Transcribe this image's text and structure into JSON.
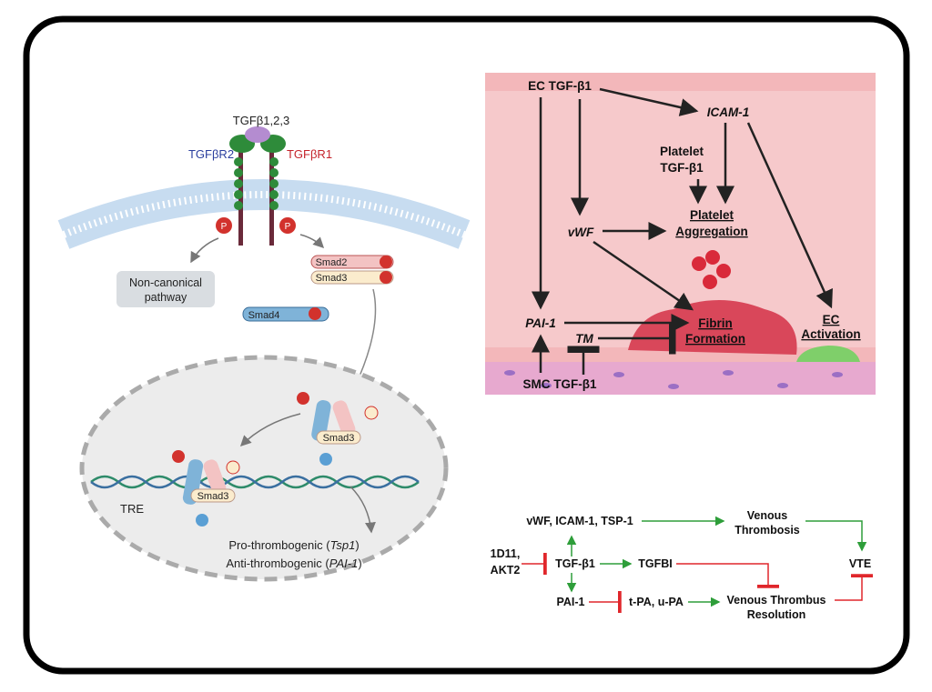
{
  "colors": {
    "frame": "#000000",
    "vessel_bg": "#f6c9cb",
    "activation": "#2e9e3a",
    "inhibition": "#e0262b",
    "receptor_r2": "#2b3f9e",
    "receptor_r1": "#c4232b",
    "clot": "#d9475a",
    "smc_layer": "#e7a9cf"
  },
  "left": {
    "ligand": "TGFβ1,2,3",
    "receptor_r2": "TGFβR2",
    "receptor_r1": "TGFβR1",
    "phospho": "P",
    "non_canonical": [
      "Non-canonical",
      "pathway"
    ],
    "smad2": "Smad2",
    "smad3": "Smad3",
    "smad4": "Smad4",
    "tre": "TRE",
    "pro": {
      "label": "Pro-thrombogenic (",
      "gene": "Tsp1",
      "end": ")"
    },
    "anti": {
      "label": "Anti-thrombogenic (",
      "gene": "PAI-1",
      "end": ")"
    }
  },
  "vessel": {
    "ec_tgf": "EC TGF-β1",
    "icam": "ICAM-1",
    "platelet_tgf": [
      "Platelet",
      "TGF-β1"
    ],
    "platelet_agg": [
      "Platelet",
      "Aggregation"
    ],
    "vwf": "vWF",
    "pai": "PAI-1",
    "tm": "TM",
    "fibrin": [
      "Fibrin",
      "Formation"
    ],
    "ec_act": [
      "EC",
      "Activation"
    ],
    "smc_tgf": "SMC TGF-β1"
  },
  "pathway": {
    "vwf_group": "vWF, ICAM-1, TSP-1",
    "venous_thrombosis": [
      "Venous",
      "Thrombosis"
    ],
    "inhibitors": [
      "1D11,",
      "AKT2"
    ],
    "tgf": "TGF-β1",
    "tgfbi": "TGFBI",
    "vte": "VTE",
    "pai": "PAI-1",
    "tpa": "t-PA, u-PA",
    "resolution": [
      "Venous Thrombus",
      "Resolution"
    ]
  }
}
